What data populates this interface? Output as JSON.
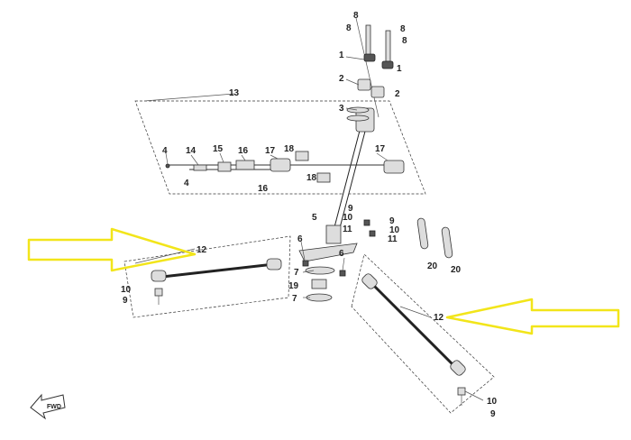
{
  "callouts": {
    "c8": "8",
    "c1": "1",
    "c2": "2",
    "c3": "3",
    "c4": "4",
    "c5": "5",
    "c6": "6",
    "c7": "7",
    "c9": "9",
    "c10": "10",
    "c11": "11",
    "c12": "12",
    "c13": "13",
    "c14": "14",
    "c15": "15",
    "c16": "16",
    "c17": "17",
    "c18": "18",
    "c19": "19",
    "c20": "20"
  },
  "fwd_label": "FWD",
  "colors": {
    "arrow_outline": "#f2e51a",
    "line": "#333333",
    "part_fill": "#dddddd"
  }
}
